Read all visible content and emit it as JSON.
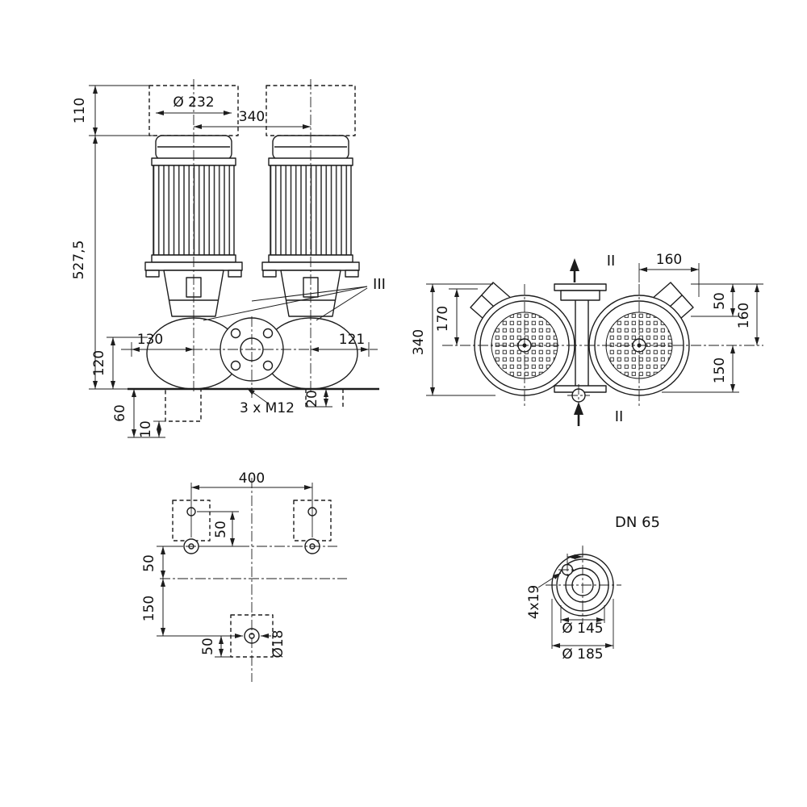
{
  "colors": {
    "ink": "#1d1d1d",
    "background": "#ffffff"
  },
  "front_view": {
    "dim_dia_232": "Ø 232",
    "dim_340": "340",
    "dim_110": "110",
    "dim_527_5": "527,5",
    "dim_120": "120",
    "dim_130": "130",
    "dim_121": "121",
    "dim_60": "60",
    "dim_10": "10",
    "dim_3xM12": "3 x M12",
    "dim_20": "20",
    "mark_III": "III"
  },
  "top_view": {
    "dim_160_top": "160",
    "dim_160_right": "160",
    "dim_50": "50",
    "dim_170": "170",
    "dim_340": "340",
    "dim_150": "150",
    "section_top": "II",
    "section_bottom": "II"
  },
  "plan_view": {
    "dim_400": "400",
    "dim_50_top": "50",
    "dim_50_left": "50",
    "dim_150": "150",
    "dim_50_bottom": "50",
    "dim_dia_18": "Ø18"
  },
  "flange_view": {
    "label_dn65": "DN 65",
    "dim_4x19": "4x19",
    "dim_dia_145": "Ø 145",
    "dim_dia_185": "Ø 185"
  }
}
